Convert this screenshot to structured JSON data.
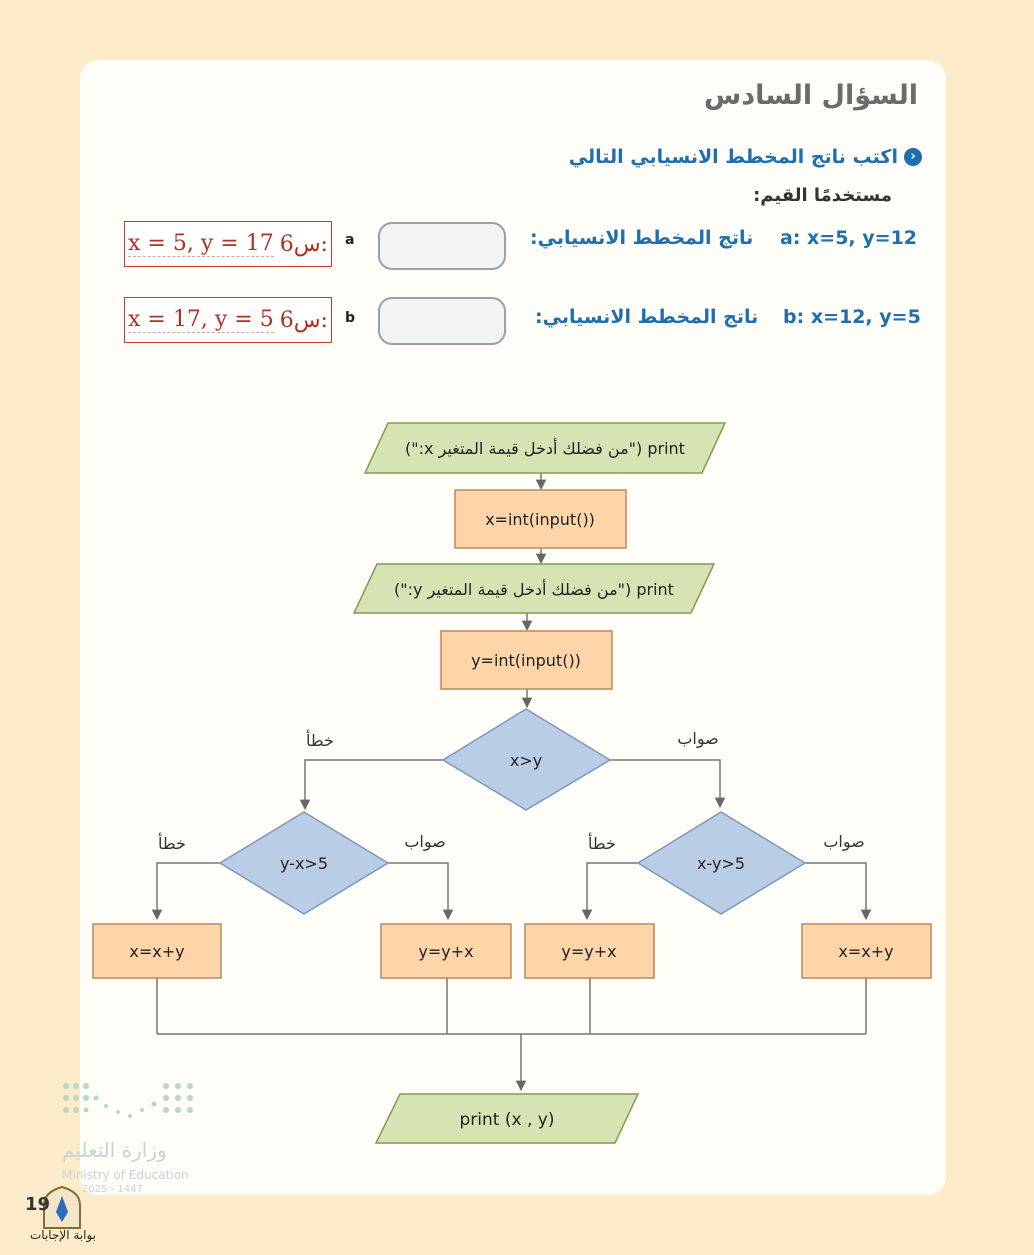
{
  "question": {
    "title": "السؤال السادس",
    "instruction": "اكتب ناتج المخطط الانسيابي التالي",
    "using_values": "مستخدمًا القيم:"
  },
  "rows": [
    {
      "letter": "a",
      "values": "a: x=5, y=12",
      "output_label": "ناتج المخطط الانسيابي:",
      "answer_prefix": "س6:",
      "answer": "x = 5,  y = 17"
    },
    {
      "letter": "b",
      "values": "b: x=12, y=5",
      "output_label": "ناتج المخطط الانسيابي:",
      "answer_prefix": "س6:",
      "answer": "x = 17,  y = 5"
    }
  ],
  "flowchart": {
    "print_x": "print (\"من فضلك أدخل قيمة المتغير x:\")",
    "input_x": "x=int(input())",
    "print_y": "print (\"من فضلك أدخل قيمة المتغير y:\")",
    "input_y": "y=int(input())",
    "cond_main": "x>y",
    "label_true": "صواب",
    "label_false": "خطأ",
    "cond_left": "y-x>5",
    "cond_right": "x-y>5",
    "box_ll": "x=x+y",
    "box_lr": "y=y+x",
    "box_rl": "y=y+x",
    "box_rr": "x=x+y",
    "print_out": "print (x , y)"
  },
  "footer": {
    "ministry_ar": "وزارة التعليم",
    "ministry_en": "Ministry of Education",
    "year": "2025 - 1447",
    "page_number": "19",
    "portal": "بوابة الإجابات"
  },
  "colors": {
    "green_shape": "#d6e4b4",
    "orange_box": "#fdd5a8",
    "blue_diamond": "#b9cde6",
    "accent_blue": "#1f6fb0",
    "answer_red": "#b03020"
  }
}
